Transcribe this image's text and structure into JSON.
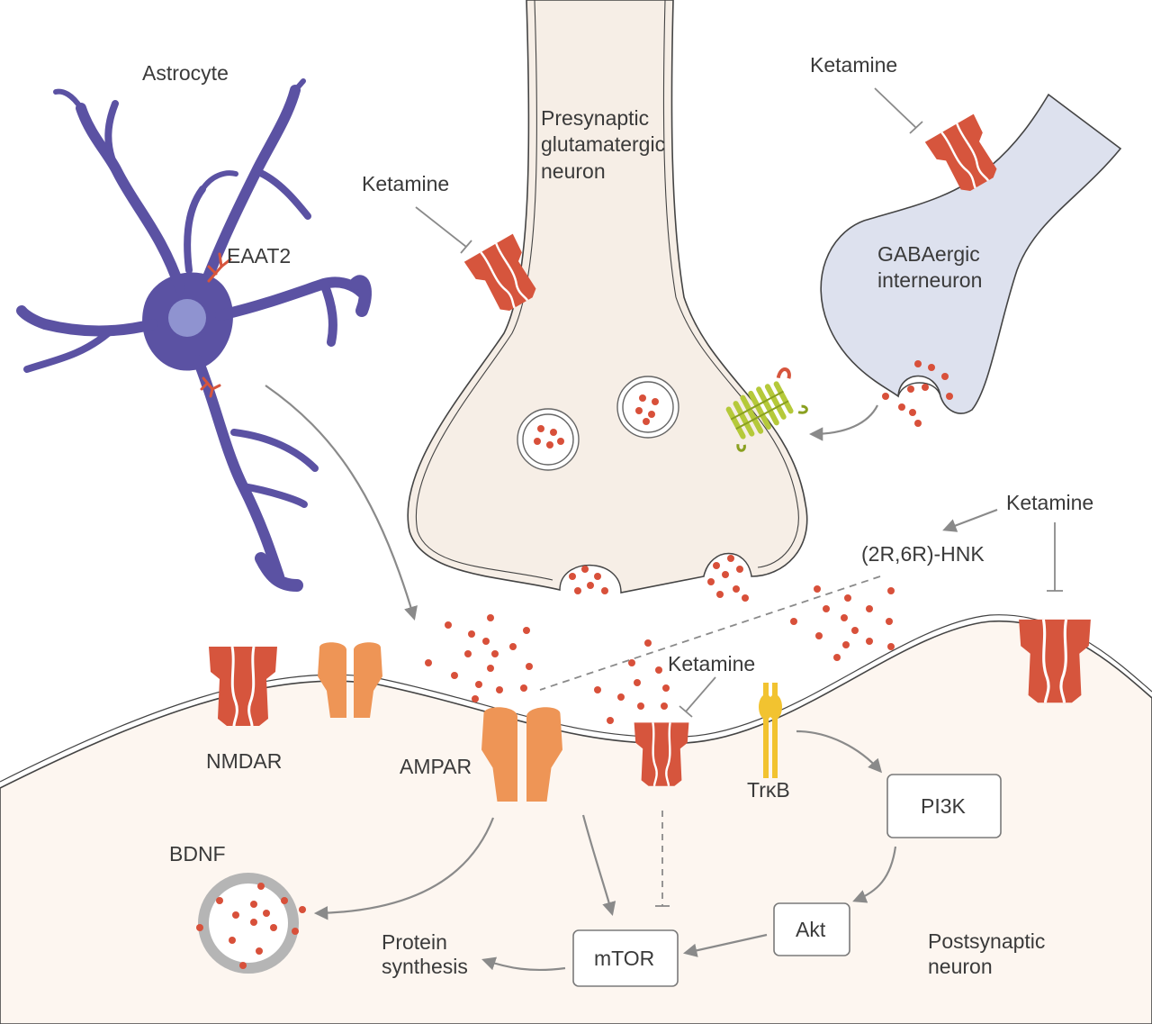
{
  "labels": {
    "astrocyte": "Astrocyte",
    "eaat2": "EAAT2",
    "presynaptic": [
      "Presynaptic",
      "glutamatergic",
      "neuron"
    ],
    "gabaergic": [
      "GABAergic",
      "interneuron"
    ],
    "ketamine": "Ketamine",
    "hnk": "(2R,6R)-HNK",
    "nmdar": "NMDAR",
    "ampar": "AMPAR",
    "trkb": "TrκB",
    "bdnf": "BDNF",
    "pi3k": "PI3K",
    "akt": "Akt",
    "mtor": "mTOR",
    "protein_synthesis": [
      "Protein",
      "synthesis"
    ],
    "postsynaptic": [
      "Postsynaptic",
      "neuron"
    ]
  },
  "colors": {
    "nmdar": "#d6553d",
    "ampar": "#ee9556",
    "astrocyte": "#5b52a3",
    "astrocyte_nucleus": "#8f93d0",
    "gaba_neuron": "#dde1ee",
    "neuron_fill": "#f6eee6",
    "postsynaptic_fill": "#fdf6f0",
    "glutamate": "#d8503a",
    "gaba_receptor": "#b5c93a",
    "trkb": "#f2c330",
    "arrow": "#8a8a8a"
  }
}
